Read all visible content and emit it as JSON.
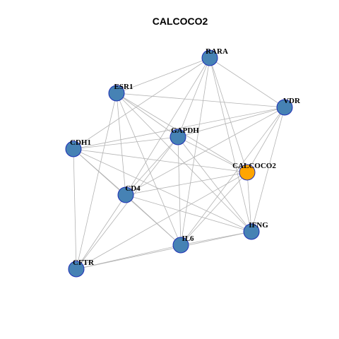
{
  "title": "CALCOCO2",
  "colors": {
    "default_node": "#4682B4",
    "highlight_node": "#FFA500",
    "node_border": "#1E2FB5",
    "edge": "#B3B3B3"
  },
  "nodes": [
    {
      "id": "RARA",
      "label": "RARA",
      "highlight": false
    },
    {
      "id": "ESR1",
      "label": "ESR1",
      "highlight": false
    },
    {
      "id": "VDR",
      "label": "VDR",
      "highlight": false
    },
    {
      "id": "GAPDH",
      "label": "GAPDH",
      "highlight": false
    },
    {
      "id": "CDH1",
      "label": "CDH1",
      "highlight": false
    },
    {
      "id": "CALCOCO2",
      "label": "CALCOCO2",
      "highlight": true
    },
    {
      "id": "CD4",
      "label": "CD4",
      "highlight": false
    },
    {
      "id": "IFNG",
      "label": "IFNG",
      "highlight": false
    },
    {
      "id": "IL6",
      "label": "IL6",
      "highlight": false
    },
    {
      "id": "CFTR",
      "label": "CFTR",
      "highlight": false
    }
  ],
  "edges": [
    [
      "RARA",
      "ESR1"
    ],
    [
      "RARA",
      "VDR"
    ],
    [
      "RARA",
      "GAPDH"
    ],
    [
      "RARA",
      "CDH1"
    ],
    [
      "RARA",
      "CALCOCO2"
    ],
    [
      "RARA",
      "CD4"
    ],
    [
      "RARA",
      "IFNG"
    ],
    [
      "RARA",
      "IL6"
    ],
    [
      "ESR1",
      "VDR"
    ],
    [
      "ESR1",
      "GAPDH"
    ],
    [
      "ESR1",
      "CALCOCO2"
    ],
    [
      "ESR1",
      "CD4"
    ],
    [
      "ESR1",
      "IFNG"
    ],
    [
      "ESR1",
      "IL6"
    ],
    [
      "ESR1",
      "CFTR"
    ],
    [
      "VDR",
      "GAPDH"
    ],
    [
      "VDR",
      "CDH1"
    ],
    [
      "VDR",
      "CALCOCO2"
    ],
    [
      "VDR",
      "CD4"
    ],
    [
      "VDR",
      "IFNG"
    ],
    [
      "VDR",
      "IL6"
    ],
    [
      "GAPDH",
      "CDH1"
    ],
    [
      "GAPDH",
      "CALCOCO2"
    ],
    [
      "GAPDH",
      "CD4"
    ],
    [
      "GAPDH",
      "IFNG"
    ],
    [
      "GAPDH",
      "IL6"
    ],
    [
      "GAPDH",
      "CFTR"
    ],
    [
      "CDH1",
      "CALCOCO2"
    ],
    [
      "CDH1",
      "CD4"
    ],
    [
      "CDH1",
      "IFNG"
    ],
    [
      "CDH1",
      "IL6"
    ],
    [
      "CDH1",
      "CFTR"
    ],
    [
      "CALCOCO2",
      "CD4"
    ],
    [
      "CALCOCO2",
      "IFNG"
    ],
    [
      "CALCOCO2",
      "IL6"
    ],
    [
      "CALCOCO2",
      "CFTR"
    ],
    [
      "CD4",
      "IFNG"
    ],
    [
      "CD4",
      "IL6"
    ],
    [
      "CD4",
      "CFTR"
    ],
    [
      "IFNG",
      "IL6"
    ],
    [
      "IFNG",
      "CFTR"
    ],
    [
      "IL6",
      "CFTR"
    ]
  ]
}
